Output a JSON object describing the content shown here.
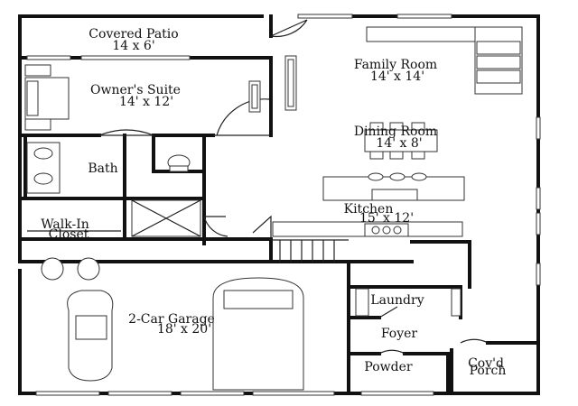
{
  "rooms": {
    "covered_patio": {
      "name": "Covered Patio",
      "dims": "14 x 6'"
    },
    "family_room": {
      "name": "Family Room",
      "dims": "14' x 14'"
    },
    "owners_suite": {
      "name": "Owner's Suite",
      "dims": "14' x 12'"
    },
    "dining_room": {
      "name": "Dining Room",
      "dims": "14' x 8'"
    },
    "bath": {
      "name": "Bath"
    },
    "kitchen": {
      "name": "Kitchen",
      "dims": "15' x 12'"
    },
    "walk_in_closet": {
      "line1": "Walk-In",
      "line2": "Closet"
    },
    "garage": {
      "name": "2-Car Garage",
      "dims": "18' x 20'"
    },
    "laundry": {
      "name": "Laundry"
    },
    "foyer": {
      "name": "Foyer"
    },
    "powder": {
      "name": "Powder"
    },
    "covered_porch": {
      "line1": "Cov'd",
      "line2": "Porch"
    }
  }
}
